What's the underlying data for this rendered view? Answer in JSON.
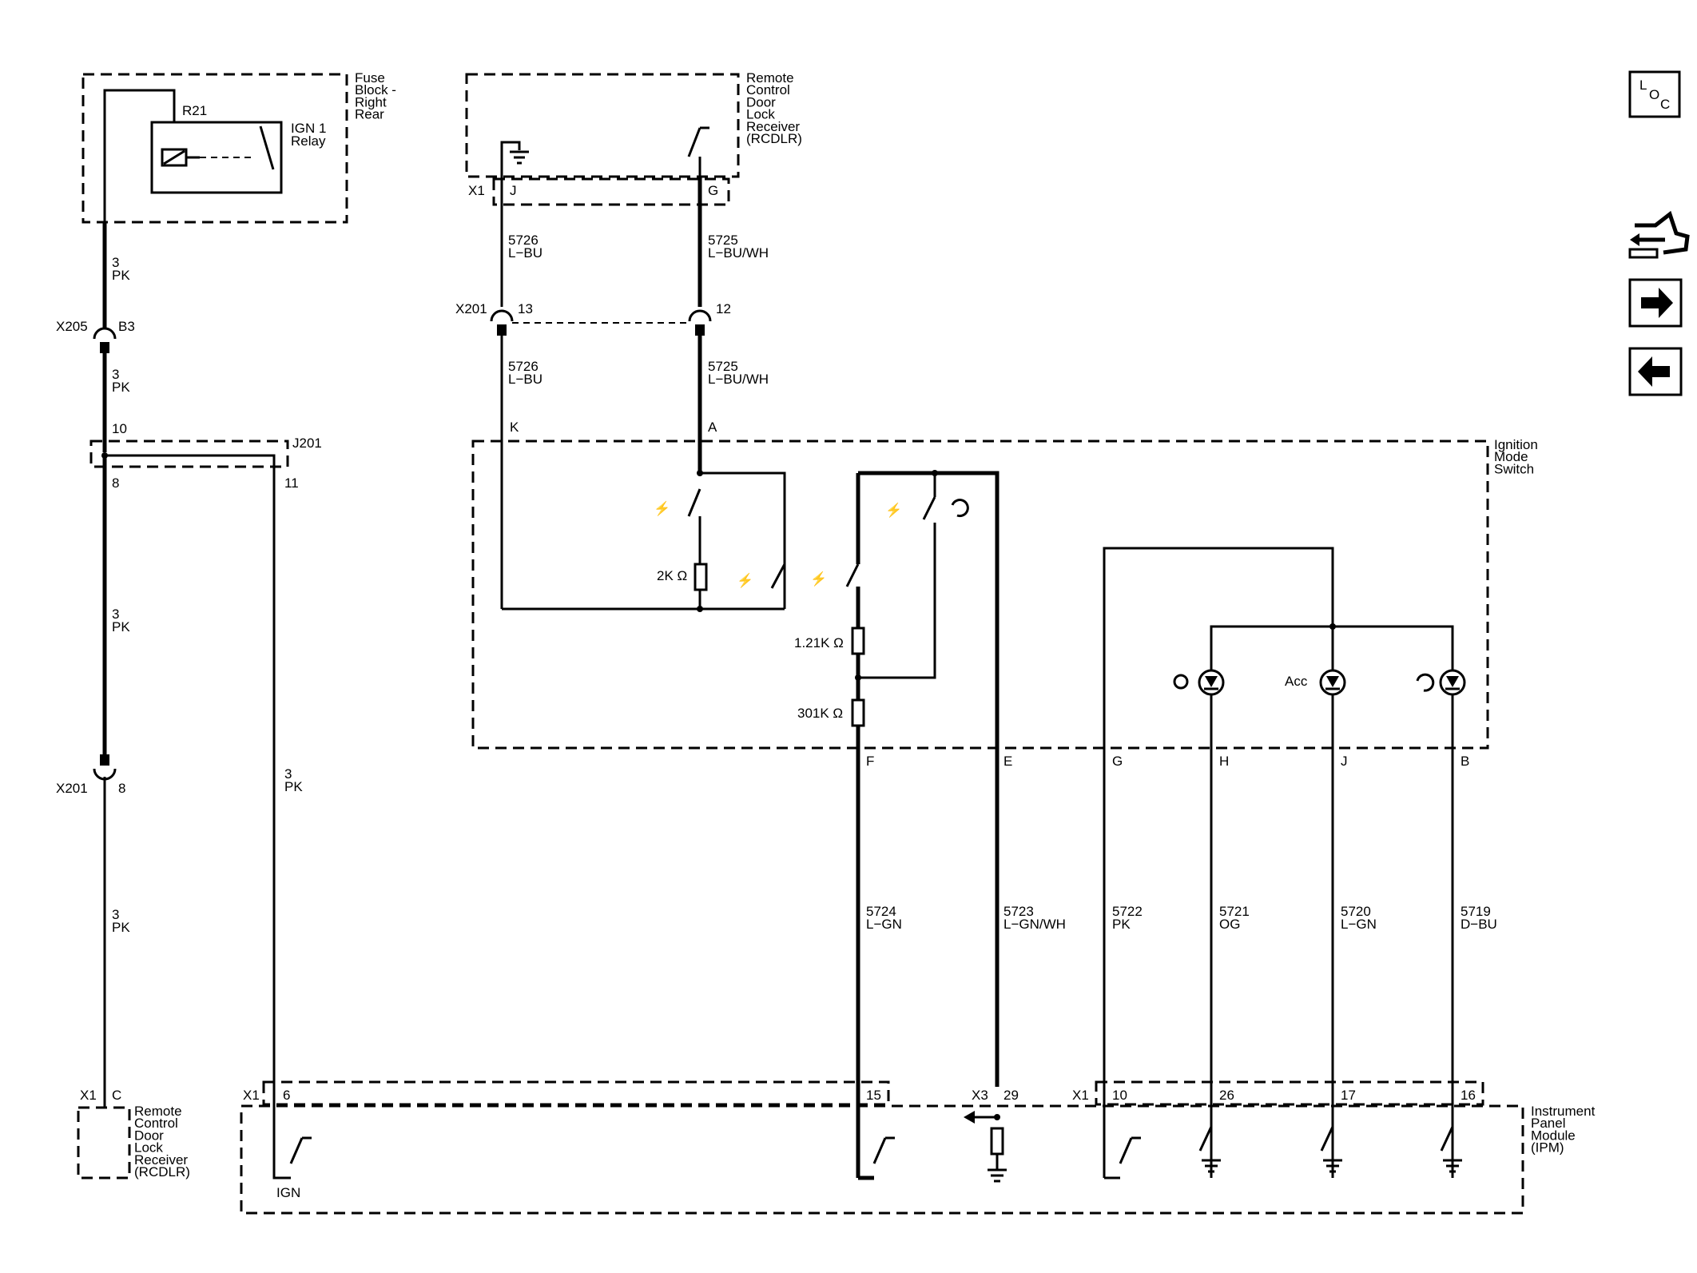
{
  "components": {
    "fuse_block": {
      "name": "Fuse\nBlock -\nRight\nRear",
      "fuse": "R21",
      "relay": "IGN 1\nRelay"
    },
    "rcdlr_top": {
      "name": "Remote\nControl\nDoor\nLock\nReceiver\n(RCDLR)",
      "connector": "X1",
      "pin_left": "J",
      "pin_right": "G"
    },
    "rcdlr_bottom": {
      "name": "Remote\nControl\nDoor\nLock\nReceiver\n(RCDLR)",
      "connector": "X1",
      "pin": "C"
    },
    "ignition_mode_switch": {
      "name": "Ignition\nMode\nSwitch",
      "pin_k": "K",
      "pin_a": "A",
      "resistor_2k": "2K Ω",
      "resistor_121k": "1.21K Ω",
      "resistor_301k": "301K Ω",
      "led_acc_label": "Acc",
      "pins_bottom": [
        "F",
        "E",
        "G",
        "H",
        "J",
        "B"
      ]
    },
    "ipm": {
      "name": "Instrument\nPanel\nModule\n(IPM)",
      "ign_label": "IGN"
    }
  },
  "connectors": {
    "x205": {
      "name": "X205",
      "pin": "B3"
    },
    "x201_top": {
      "name": "X201",
      "pin_left": "13",
      "pin_right": "12"
    },
    "j201": {
      "name": "J201",
      "pin_in": "10",
      "pin_out_left": "8",
      "pin_out_right": "11"
    },
    "x201_left": {
      "name": "X201",
      "pin": "8"
    },
    "ipm_x1_left": {
      "name": "X1",
      "pin": "6"
    },
    "ipm_x1_mid_pin": "15",
    "ipm_x3": {
      "name": "X3",
      "pin": "29"
    },
    "ipm_x1_right": {
      "name": "X1",
      "pins": [
        "10",
        "26",
        "17",
        "16"
      ]
    }
  },
  "wires": {
    "pk_fuse": "3\nPK",
    "pk_x205": "3\nPK",
    "pk_left_mid": "3\nPK",
    "pk_left_low": "3\nPK",
    "pk_right": "3\nPK",
    "w5726_top": "5726\nL−BU",
    "w5725_top": "5725\nL−BU/WH",
    "w5726_bot": "5726\nL−BU",
    "w5725_bot": "5725\nL−BU/WH",
    "w5724": "5724\nL−GN",
    "w5723": "5723\nL−GN/WH",
    "w5722": "5722\nPK",
    "w5721": "5721\nOG",
    "w5720": "5720\nL−GN",
    "w5719": "5719\nD−BU"
  },
  "sidebar": {
    "loc_label": "L",
    "loc_sub1": "O",
    "loc_sub2": "C",
    "icons": [
      "loc-icon",
      "connector-end-view-icon",
      "next-page-arrow-icon",
      "previous-page-arrow-icon"
    ]
  }
}
